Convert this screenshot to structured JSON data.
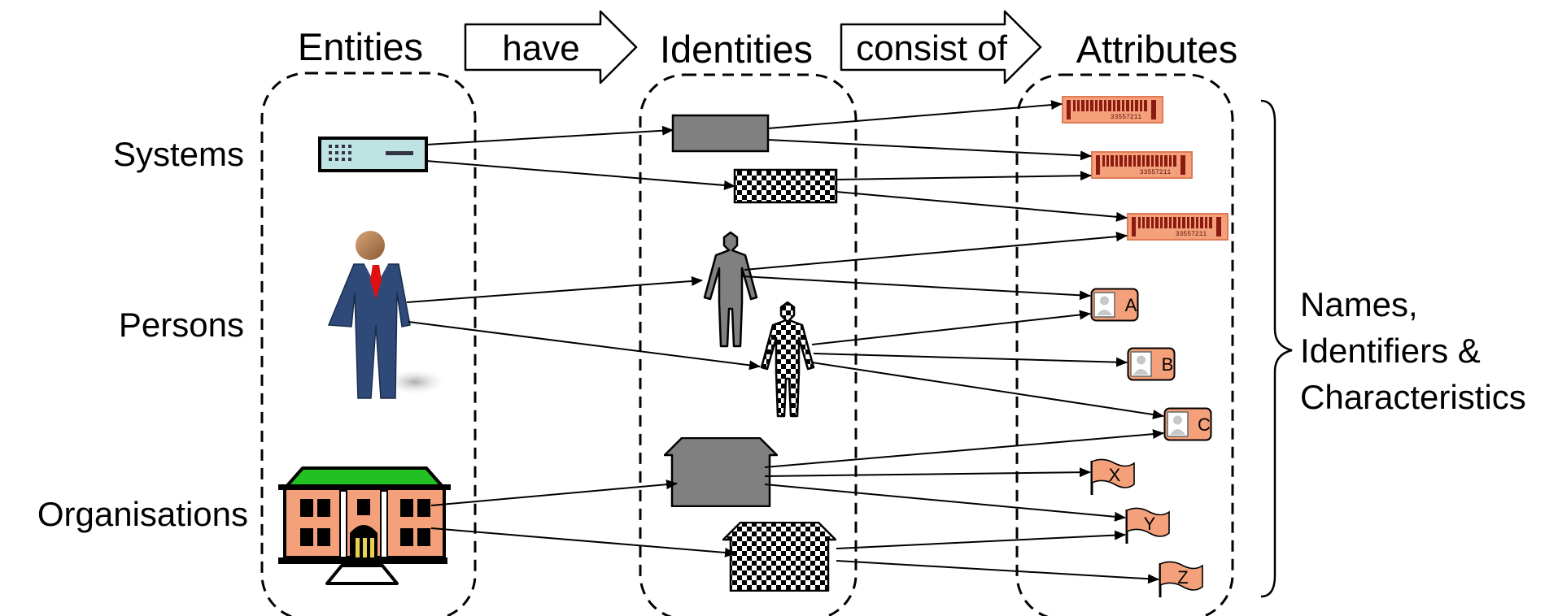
{
  "headers": {
    "entities": "Entities",
    "identities": "Identities",
    "attributes": "Attributes"
  },
  "flow_arrows": {
    "have": "have",
    "consist_of": "consist of"
  },
  "rows": {
    "systems": "Systems",
    "persons": "Persons",
    "organisations": "Organisations"
  },
  "brace_label": {
    "line1": "Names,",
    "line2": "Identifiers &",
    "line3": "Characteristics"
  },
  "barcode_number": "33557211",
  "card_labels": [
    "A",
    "B",
    "C"
  ],
  "flag_labels": [
    "X",
    "Y",
    "Z"
  ],
  "colors": {
    "attribute_fill": "#f4a07a",
    "barcode_bar": "#8b1a10",
    "identity_gray": "#808080",
    "suit": "#2f4a78",
    "tie": "#e01010",
    "building_roof": "#22c022",
    "server_body": "#bfe3e3"
  },
  "icons": {
    "system": "server-icon",
    "person": "businessman-icon",
    "organisation": "building-icon",
    "barcode": "barcode-icon",
    "card": "id-card-icon",
    "flag": "flag-icon"
  }
}
